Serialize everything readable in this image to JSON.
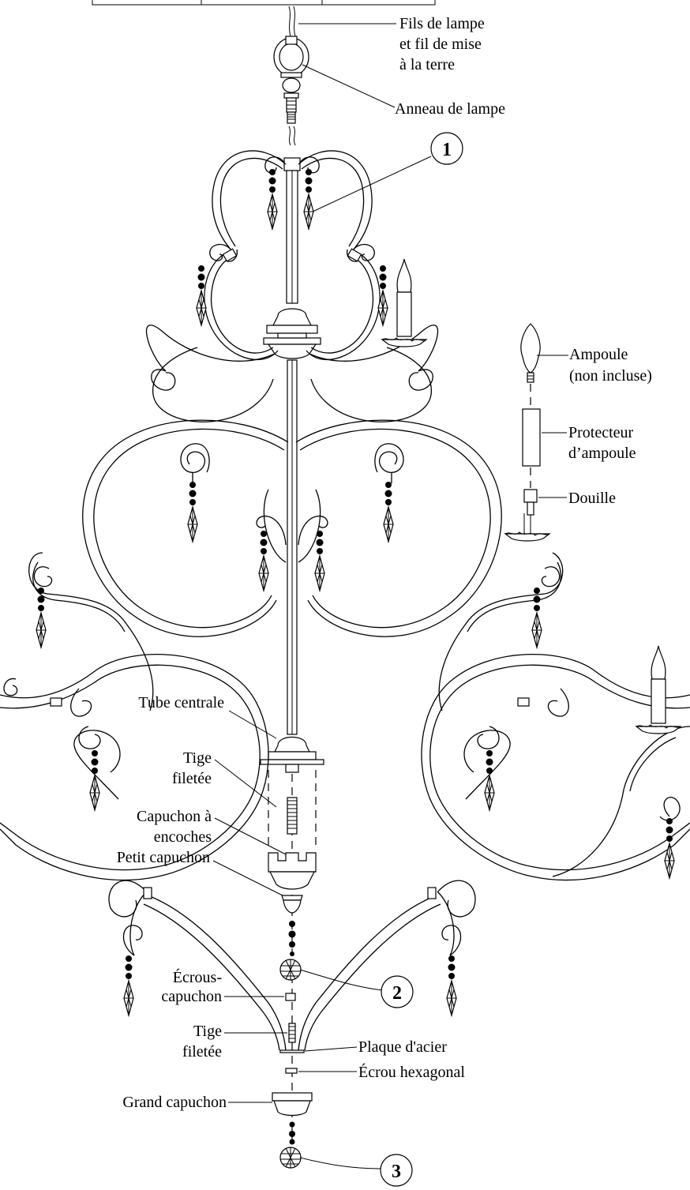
{
  "labels": {
    "lamp_wires": [
      "Fils de lampe",
      "et fil de mise",
      "à la terre"
    ],
    "lamp_ring": "Anneau de lampe",
    "bulb": [
      "Ampoule",
      "(non incluse)"
    ],
    "bulb_protector": [
      "Protecteur",
      "d’ampoule"
    ],
    "socket": "Douille",
    "center_tube": "Tube centrale",
    "threaded_rod_top": [
      "Tige",
      "filetée"
    ],
    "notched_cap": [
      "Capuchon à",
      "encoches"
    ],
    "small_cap": "Petit capuchon",
    "cap_nuts": [
      "Écrous-",
      "capuchon"
    ],
    "threaded_rod_bottom": [
      "Tige",
      "filetée"
    ],
    "steel_plate": "Plaque d'acier",
    "hex_nut": "Écrou hexagonal",
    "large_cap": "Grand capuchon"
  },
  "callouts": [
    "1",
    "2",
    "3"
  ]
}
